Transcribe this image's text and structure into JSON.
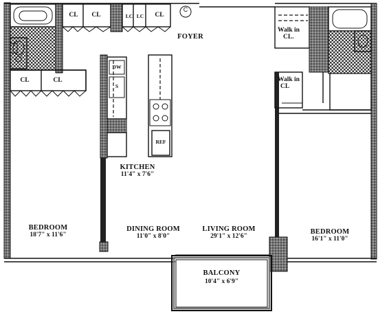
{
  "rooms": {
    "foyer": "FOYER",
    "kitchen": "KITCHEN",
    "kitchen_dim": "11'4\" x 7'6\"",
    "bedroom_left": "BEDROOM",
    "bedroom_left_dim": "18'7\" x 11'6\"",
    "dining": "DINING ROOM",
    "dining_dim": "11'0\" x 8'0\"",
    "living": "LIVING ROOM",
    "living_dim": "29'1\" x 12'6\"",
    "bedroom_right": "BEDROOM",
    "bedroom_right_dim": "16'1\" x 11'0\"",
    "balcony": "BALCONY",
    "balcony_dim": "10'4\" x 6'9\""
  },
  "closets": {
    "cl": "CL",
    "lc": "LC",
    "walk_in_top_line1": "Walk in",
    "walk_in_top_line2": "CL.",
    "walk_in_mid_line1": "Walk in",
    "walk_in_mid_line2": "CL"
  },
  "appliances": {
    "dishwasher": "DW",
    "sink": "S",
    "refrigerator": "REF"
  },
  "symbols": {
    "washer_dryer": "C"
  }
}
